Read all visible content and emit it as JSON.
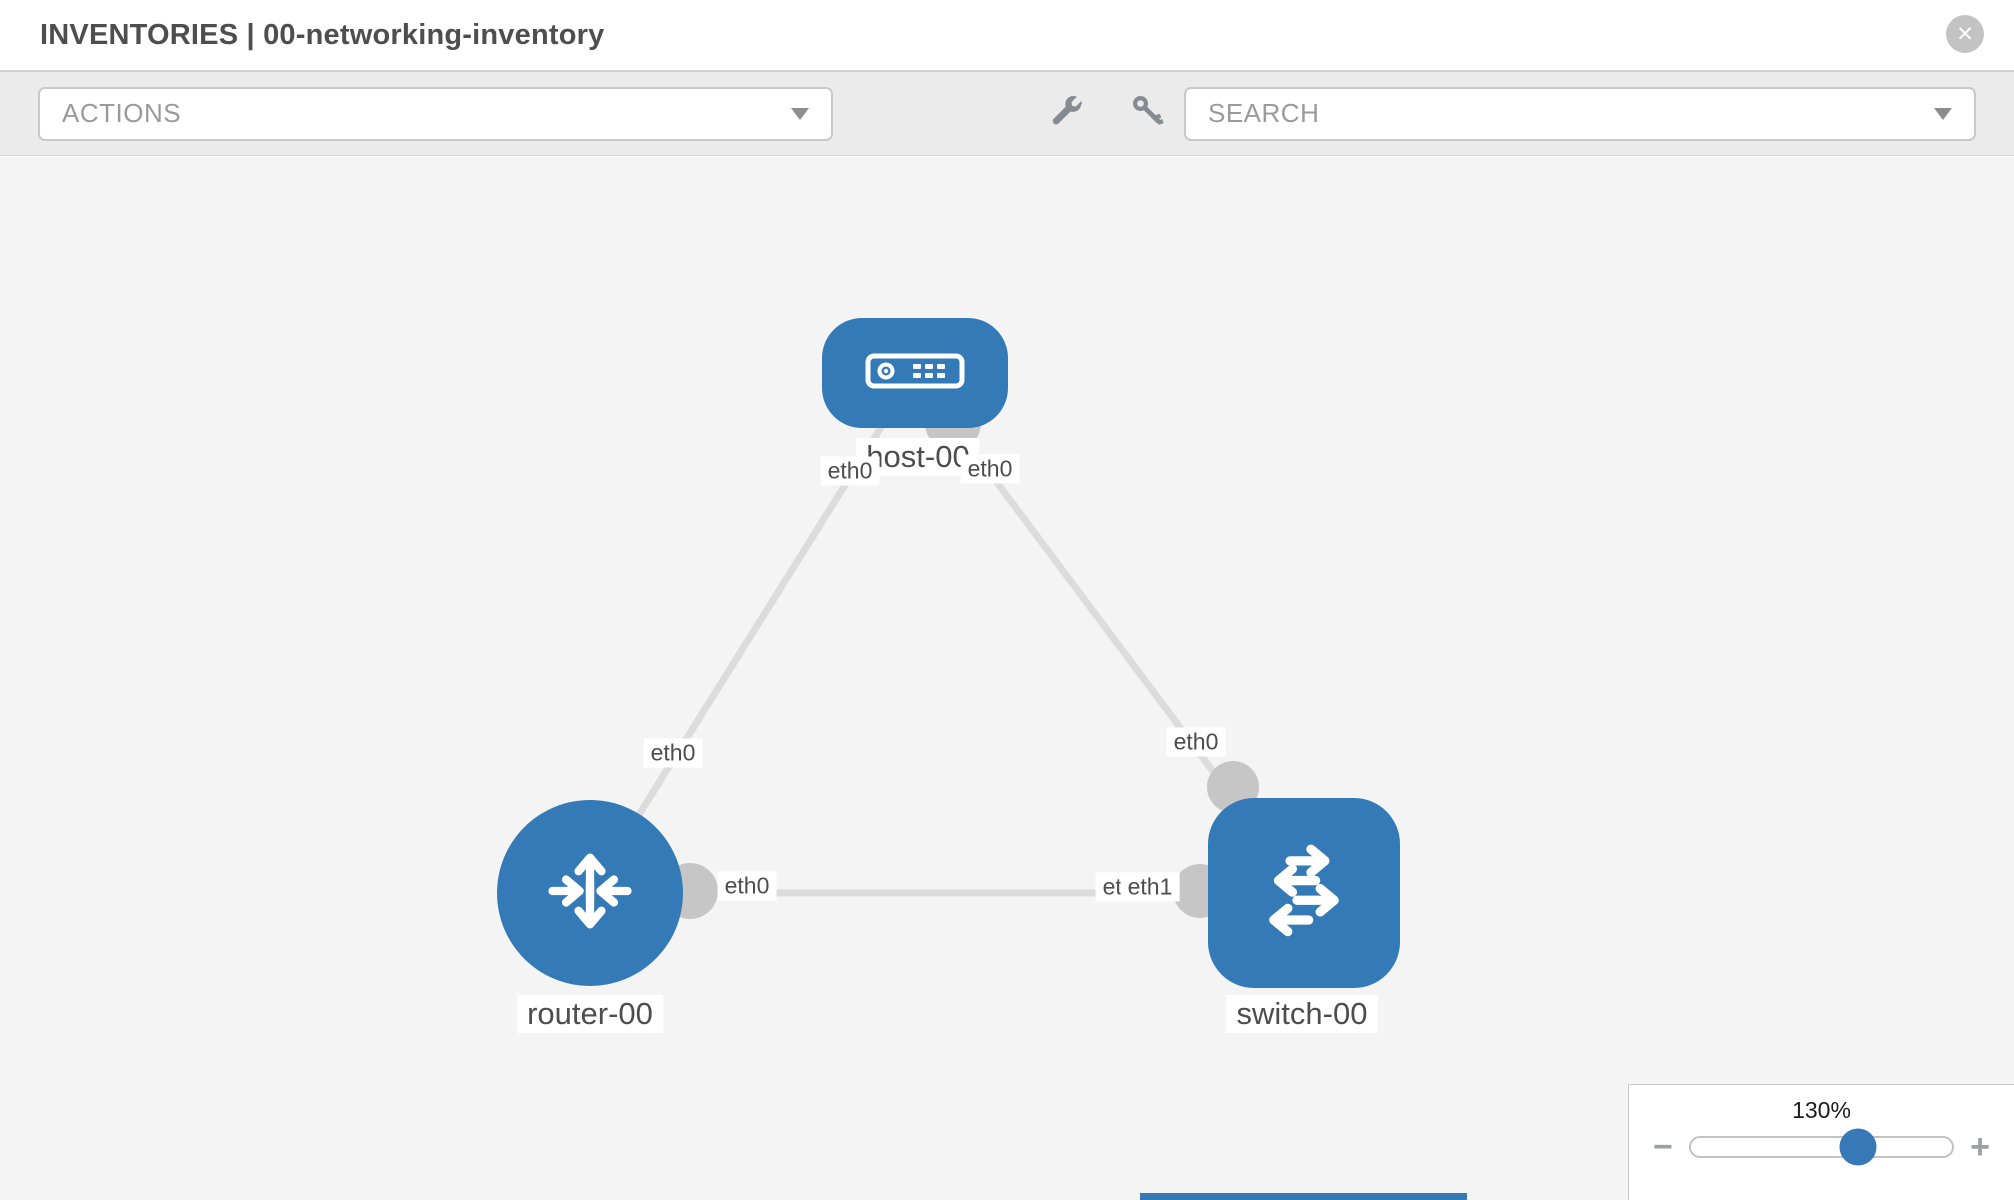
{
  "window": {
    "title": "INVENTORIES | 00-networking-inventory"
  },
  "icons": {
    "close": "✕"
  },
  "toolbar": {
    "actions_label": "ACTIONS",
    "search_label": "SEARCH"
  },
  "topology": {
    "nodes": {
      "host": {
        "label": "host-00",
        "type": "host"
      },
      "router": {
        "label": "router-00",
        "type": "router"
      },
      "switch": {
        "label": "switch-00",
        "type": "switch"
      }
    },
    "interfaces": {
      "host_left": "eth0",
      "host_right": "eth0",
      "router_top": "eth0",
      "switch_top": "eth0",
      "link_router_side": "eth0",
      "link_switch_side_hidden": "eth0",
      "link_switch_side": "eth1"
    },
    "links": [
      {
        "from": "host-00",
        "to": "router-00",
        "from_interface": "eth0",
        "to_interface": "eth0"
      },
      {
        "from": "host-00",
        "to": "switch-00",
        "from_interface": "eth0",
        "to_interface": "eth0"
      },
      {
        "from": "router-00",
        "to": "switch-00",
        "from_interface": "eth0",
        "to_interface": "eth1"
      }
    ]
  },
  "zoom_control": {
    "level": "130%",
    "minus_label": "−",
    "plus_label": "+"
  },
  "colors": {
    "node_blue": "#337ab7",
    "link_gray": "#dcdcdc",
    "connector_gray": "#c6c6c6",
    "canvas_bg": "#f5f4f4",
    "toolbar_bg": "#ebebeb"
  }
}
